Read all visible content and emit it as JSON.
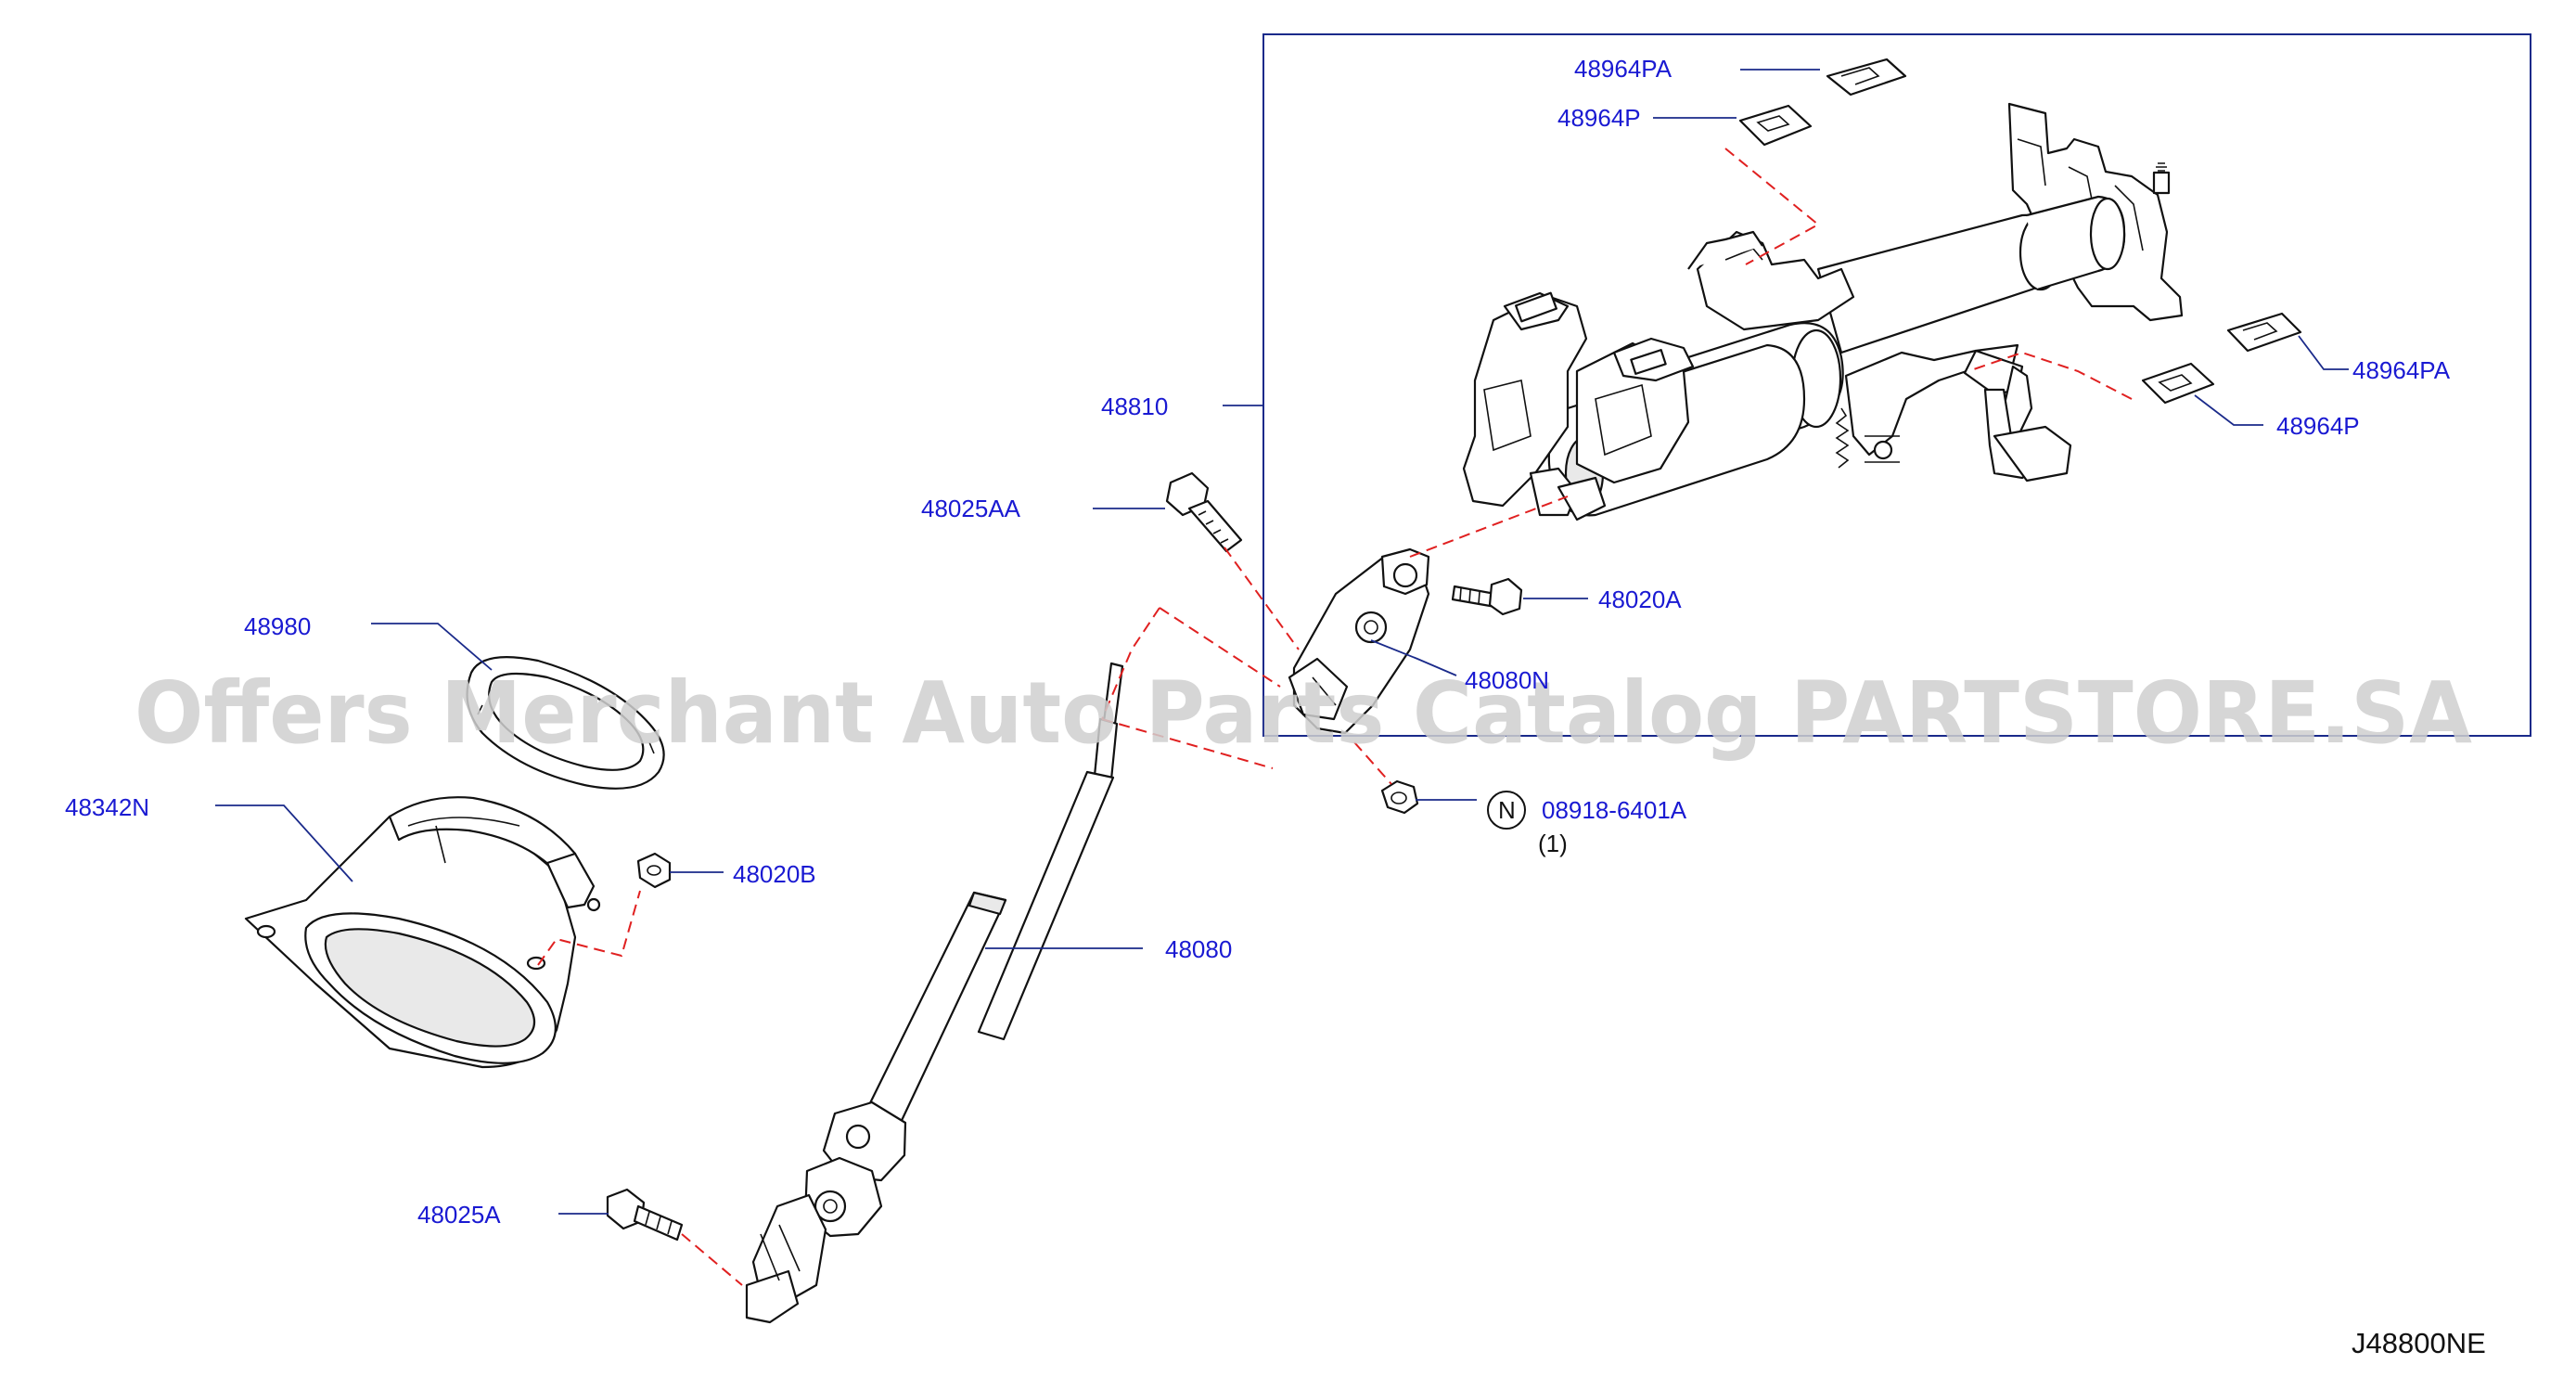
{
  "diagram_code": "J48800NE",
  "watermark": "Offers Merchant Auto Parts Catalog PARTSTORE.SA",
  "colors": {
    "label": "#1a1ad2",
    "leader": "#1a2a8a",
    "dashed_guide": "#e02020",
    "frame": "#1a2a8a"
  },
  "callouts": {
    "p48964PA_top": "48964PA",
    "p48964P_top": "48964P",
    "p48964PA_right": "48964PA",
    "p48964P_right": "48964P",
    "p48810": "48810",
    "p48025AA": "48025AA",
    "p48020A": "48020A",
    "p48080N": "48080N",
    "p08918": "08918-6401A",
    "p08918_qty": "(1)",
    "nut_symbol": "N",
    "p48980": "48980",
    "p48342N": "48342N",
    "p48020B": "48020B",
    "p48080": "48080",
    "p48025A": "48025A"
  }
}
